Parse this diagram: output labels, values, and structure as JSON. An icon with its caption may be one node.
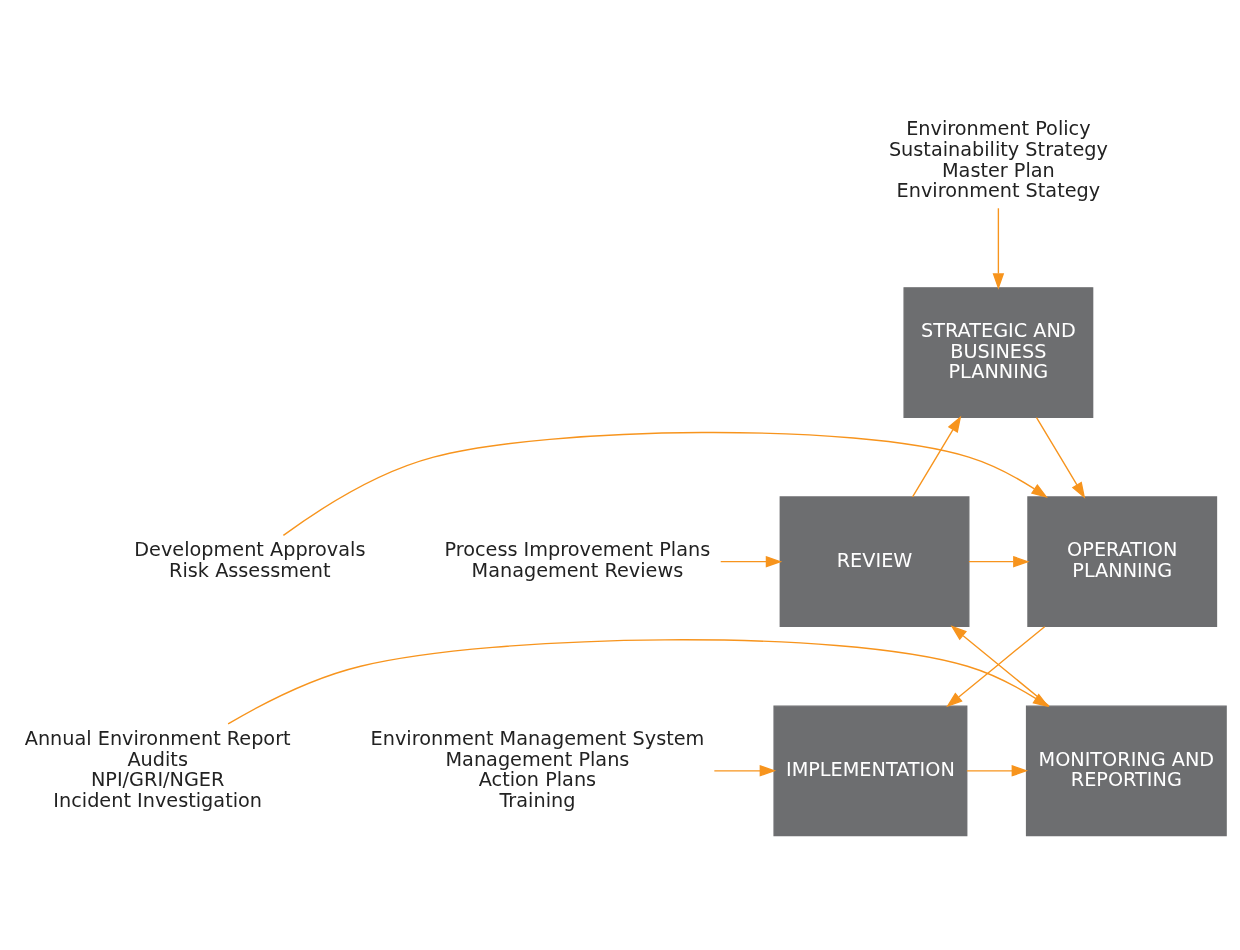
{
  "diagram": {
    "nodes": [
      {
        "text": [
          "Environment Policy",
          "Sustainability Strategy",
          "Master Plan",
          "Environment Stategy"
        ]
      },
      {
        "text": [
          "STRATEGIC AND BUSINESS PLANNING"
        ]
      },
      {
        "text": [
          "OPERATION PLANNING"
        ]
      },
      {
        "text": [
          "IMPLEMENTATION"
        ]
      },
      {
        "text": [
          "MONITORING AND REPORTING"
        ]
      },
      {
        "text": [
          "REVIEW"
        ]
      },
      {
        "text": [
          "Development Approvals",
          "Risk Assessment"
        ]
      },
      {
        "text": [
          "Environment Management System",
          "Management Plans",
          "Action Plans",
          "Training"
        ]
      },
      {
        "text": [
          "Annual Environment Report",
          "Audits",
          "NPI/GRI/NGER",
          "Incident Investigation"
        ]
      },
      {
        "text": [
          "Process Improvement Plans",
          "Management Reviews"
        ]
      }
    ],
    "edges": [
      {
        "from": 0,
        "to": 1,
        "arrow": "to"
      },
      {
        "from": 1,
        "to": 2,
        "arrow": "to"
      },
      {
        "from": 2,
        "to": 3,
        "arrow": "to"
      },
      {
        "from": 3,
        "to": 4,
        "arrow": "to"
      },
      {
        "from": 4,
        "to": 5,
        "arrow": "to"
      },
      {
        "from": 5,
        "to": 1,
        "arrow": "to"
      },
      {
        "from": 5,
        "to": 2,
        "arrow": "to"
      },
      {
        "from": 6,
        "to": 2,
        "arrow": "to"
      },
      {
        "from": 7,
        "to": 3,
        "arrow": "to"
      },
      {
        "from": 8,
        "to": 4,
        "arrow": "to"
      },
      {
        "from": 9,
        "to": 5,
        "arrow": "to"
      }
    ]
  }
}
